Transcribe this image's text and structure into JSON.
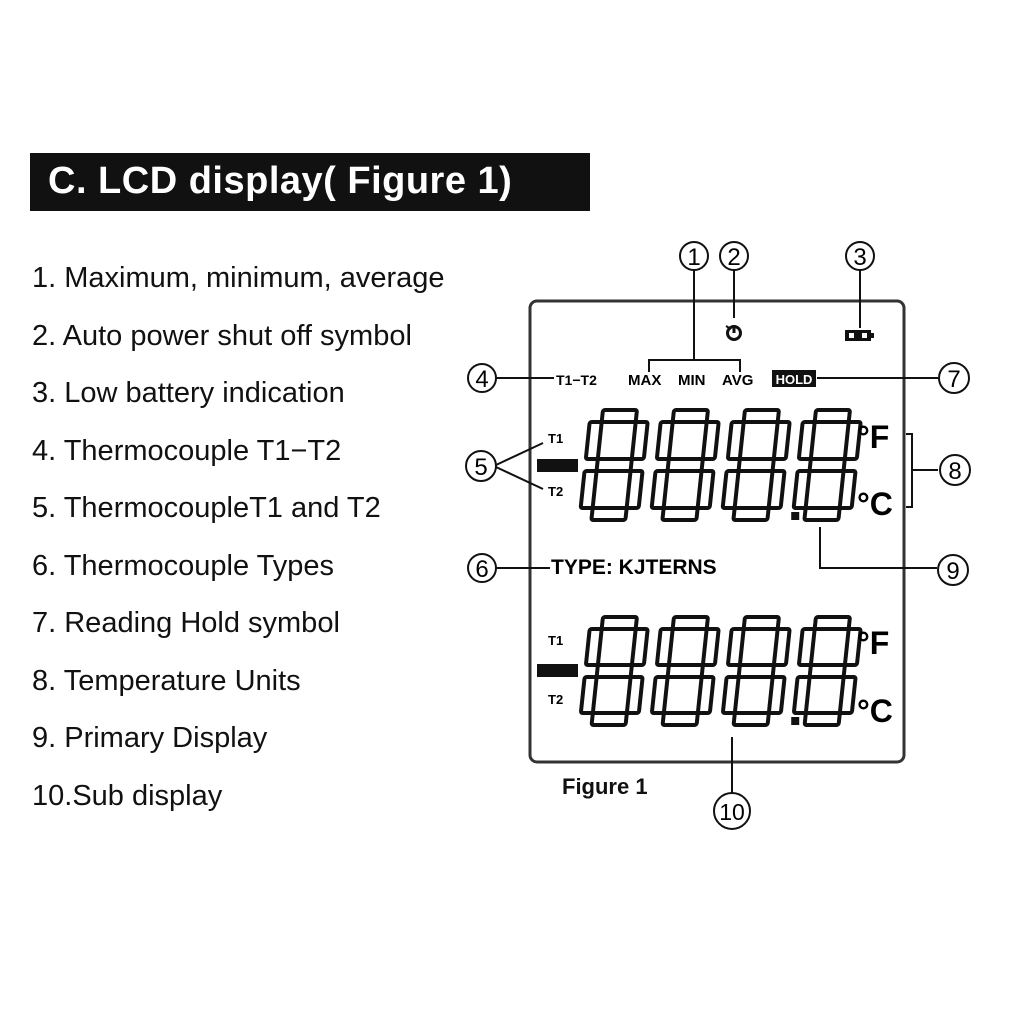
{
  "title": "C. LCD display( Figure 1)",
  "legend": [
    "1. Maximum, minimum, average",
    "2. Auto power shut off symbol",
    "3. Low battery indication",
    "4. Thermocouple  T1−T2",
    "5. ThermocoupleT1 and  T2",
    "6. Thermocouple Types",
    "7. Reading Hold symbol",
    "8. Temperature Units",
    "9. Primary Display",
    "10.Sub display"
  ],
  "figure_caption": "Figure 1",
  "lcd": {
    "t1_minus_t2": "T1−T2",
    "max": "MAX",
    "min": "MIN",
    "avg": "AVG",
    "hold": "HOLD",
    "t1": "T1",
    "t2": "T2",
    "type_label": "TYPE: KJTERNS",
    "unit_f": "°F",
    "unit_c": "°C",
    "primary_digits": "888.8",
    "sub_digits": "888.8"
  },
  "callouts": [
    "1",
    "2",
    "3",
    "4",
    "5",
    "6",
    "7",
    "8",
    "9",
    "10"
  ],
  "icons": [
    "auto-power-off-icon",
    "low-battery-icon"
  ],
  "colors": {
    "ink": "#111111",
    "background": "#ffffff",
    "title_bg": "#111111",
    "title_text": "#ffffff"
  }
}
